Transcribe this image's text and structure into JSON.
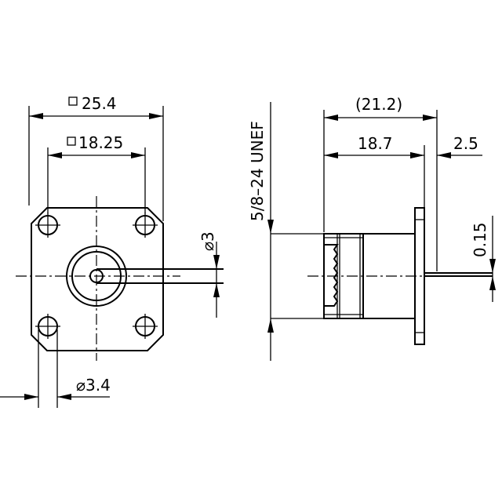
{
  "dimensions": {
    "flange_width": "25.4",
    "hole_spacing": "18.25",
    "hole_diameter": "⌀3.4",
    "pin_diameter": "⌀3",
    "thread": "5/8–24 UNEF",
    "overall_length": "(21.2)",
    "body_length": "18.7",
    "flange_thickness": "2.5",
    "pin_offset": "0.15"
  }
}
